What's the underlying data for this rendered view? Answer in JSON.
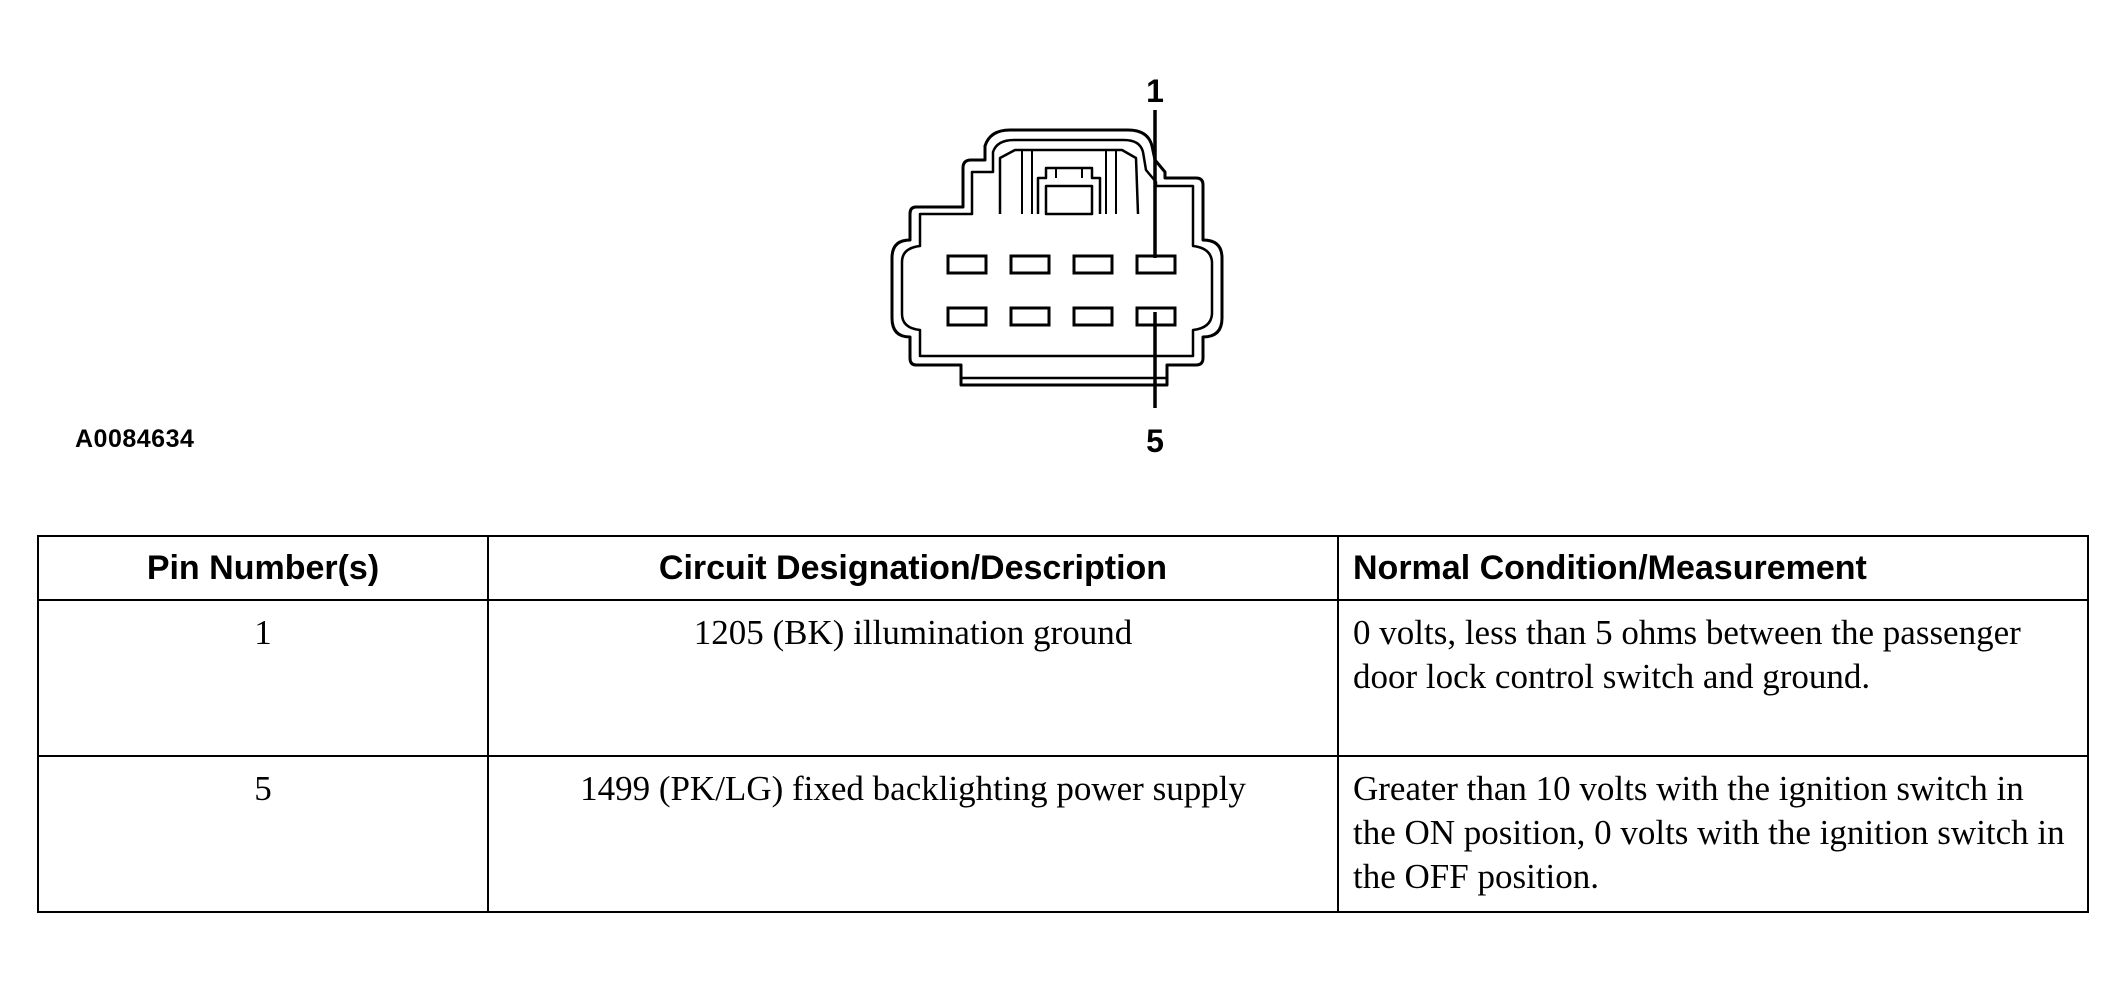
{
  "diagram": {
    "figure_id": "A0084634",
    "callouts": [
      {
        "label": "1"
      },
      {
        "label": "5"
      }
    ]
  },
  "table": {
    "headers": {
      "pin": "Pin Number(s)",
      "circuit": "Circuit Designation/Description",
      "measurement": "Normal Condition/Measurement"
    },
    "rows": [
      {
        "pin": "1",
        "circuit": "1205 (BK) illumination ground",
        "measurement": "0 volts, less than 5 ohms between the passenger door lock control switch and ground."
      },
      {
        "pin": "5",
        "circuit": "1499 (PK/LG) fixed backlighting power supply",
        "measurement": "Greater than 10 volts with the ignition switch in the ON position, 0 volts with the ignition switch in the OFF position."
      }
    ]
  }
}
